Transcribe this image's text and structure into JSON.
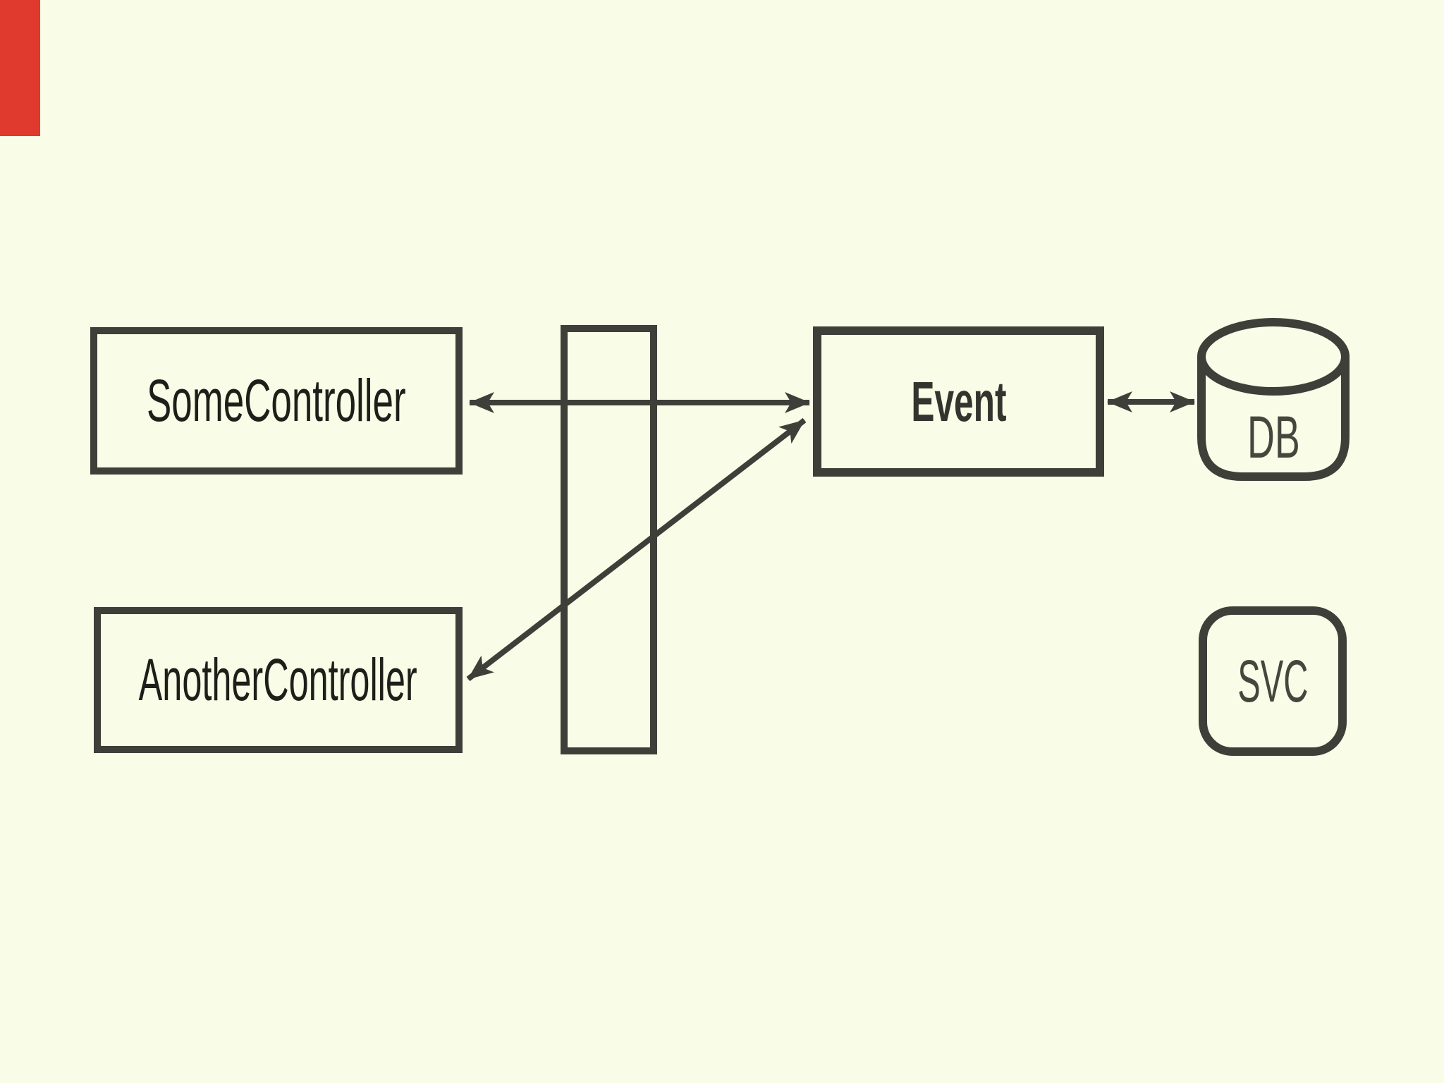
{
  "slide": {
    "background_color": "#f9fce6",
    "stroke_color": "#3e3f39",
    "ribbon_color": "#e0392d",
    "nodes": {
      "some_controller": {
        "label": "SomeController"
      },
      "another_controller": {
        "label": "AnotherController"
      },
      "event": {
        "label": "Event"
      },
      "db": {
        "label": "DB"
      },
      "svc": {
        "label": "SVC"
      }
    },
    "edges": [
      {
        "from": "SomeController",
        "to": "Event",
        "style": "double-headed-arrow"
      },
      {
        "from": "AnotherController",
        "to": "Event",
        "style": "double-headed-arrow"
      },
      {
        "from": "Event",
        "to": "DB",
        "style": "double-headed-arrow"
      }
    ]
  }
}
